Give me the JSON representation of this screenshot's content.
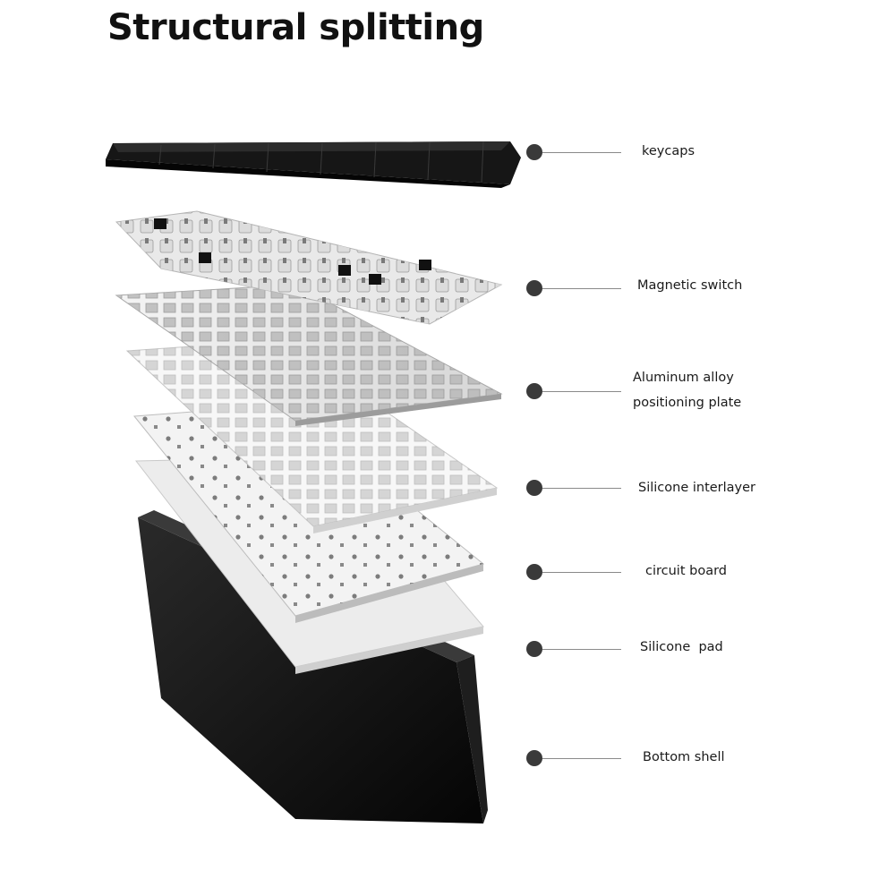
{
  "title": "Structural splitting",
  "layers": [
    {
      "id": "keycaps",
      "label": "keycaps"
    },
    {
      "id": "magnetic-switch",
      "label": "Magnetic switch"
    },
    {
      "id": "aluminum-plate",
      "label_line1": "Aluminum alloy",
      "label_line2": "positioning plate"
    },
    {
      "id": "silicone-interlayer",
      "label": "Silicone interlayer"
    },
    {
      "id": "circuit-board",
      "label": "circuit board"
    },
    {
      "id": "silicone-pad",
      "label": "Silicone  pad"
    },
    {
      "id": "bottom-shell",
      "label": "Bottom shell"
    }
  ],
  "colors": {
    "dot": "#3a3a3a",
    "line": "#8a8a8a",
    "shell": "#111111",
    "keycap": "#161616"
  }
}
